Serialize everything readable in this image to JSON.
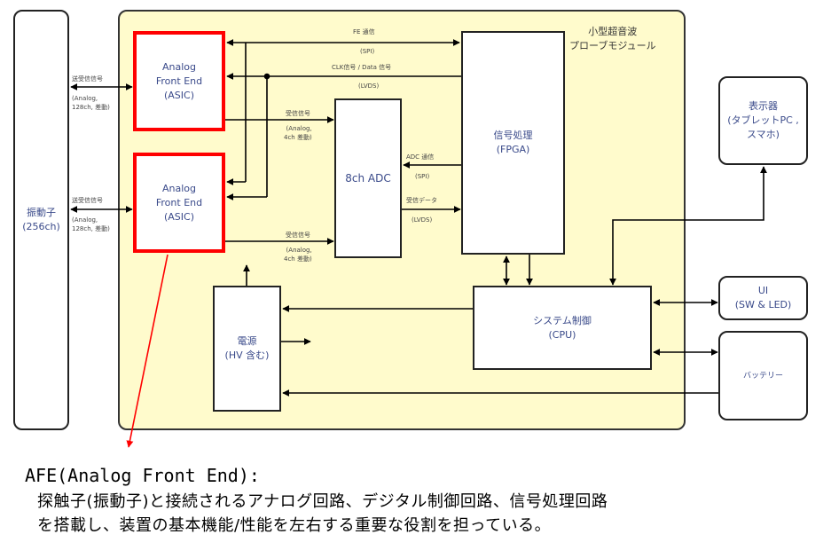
{
  "diagram": {
    "module_title": "小型超音波\nプローブモジュール",
    "blocks": {
      "transducer": "振動子\n(256ch)",
      "afe_top": "Analog\nFront End\n(ASIC)",
      "afe_bottom": "Analog\nFront End\n(ASIC)",
      "adc": "8ch ADC",
      "fpga": "信号処理\n(FPGA)",
      "power": "電源\n(HV 含む)",
      "cpu": "システム制御\n(CPU)",
      "display": "表示器\n(タブレットPC ,\nスマホ)",
      "ui": "UI\n(SW & LED)",
      "battery": "バッテリー"
    },
    "signals": {
      "txrx_top_name": "送受信信号",
      "txrx_top_desc": "(Analog,\n128ch, 差動)",
      "txrx_bottom_name": "送受信信号",
      "txrx_bottom_desc": "(Analog,\n128ch, 差動)",
      "fe_comm": "FE 通信",
      "fe_comm_proto": "(SPI)",
      "clk_data": "CLK信号 / Data 信号",
      "clk_data_proto": "(LVDS)",
      "rx_top_name": "受信信号",
      "rx_top_desc": "(Analog,\n4ch 差動)",
      "rx_bottom_name": "受信信号",
      "rx_bottom_desc": "(Analog,\n4ch 差動)",
      "adc_comm": "ADC 通信",
      "adc_comm_proto": "(SPI)",
      "rx_data": "受信データ",
      "rx_data_proto": "(LVDS)"
    },
    "colors": {
      "module_bg": "#fffbcc",
      "highlight": "#ff0000",
      "label_text": "#3a4a8a"
    }
  },
  "caption": {
    "title": "AFE(Analog Front End):",
    "body": "探触子(振動子)と接続されるアナログ回路、デジタル制御回路、信号処理回路\nを搭載し、装置の基本機能/性能を左右する重要な役割を担っている。"
  }
}
